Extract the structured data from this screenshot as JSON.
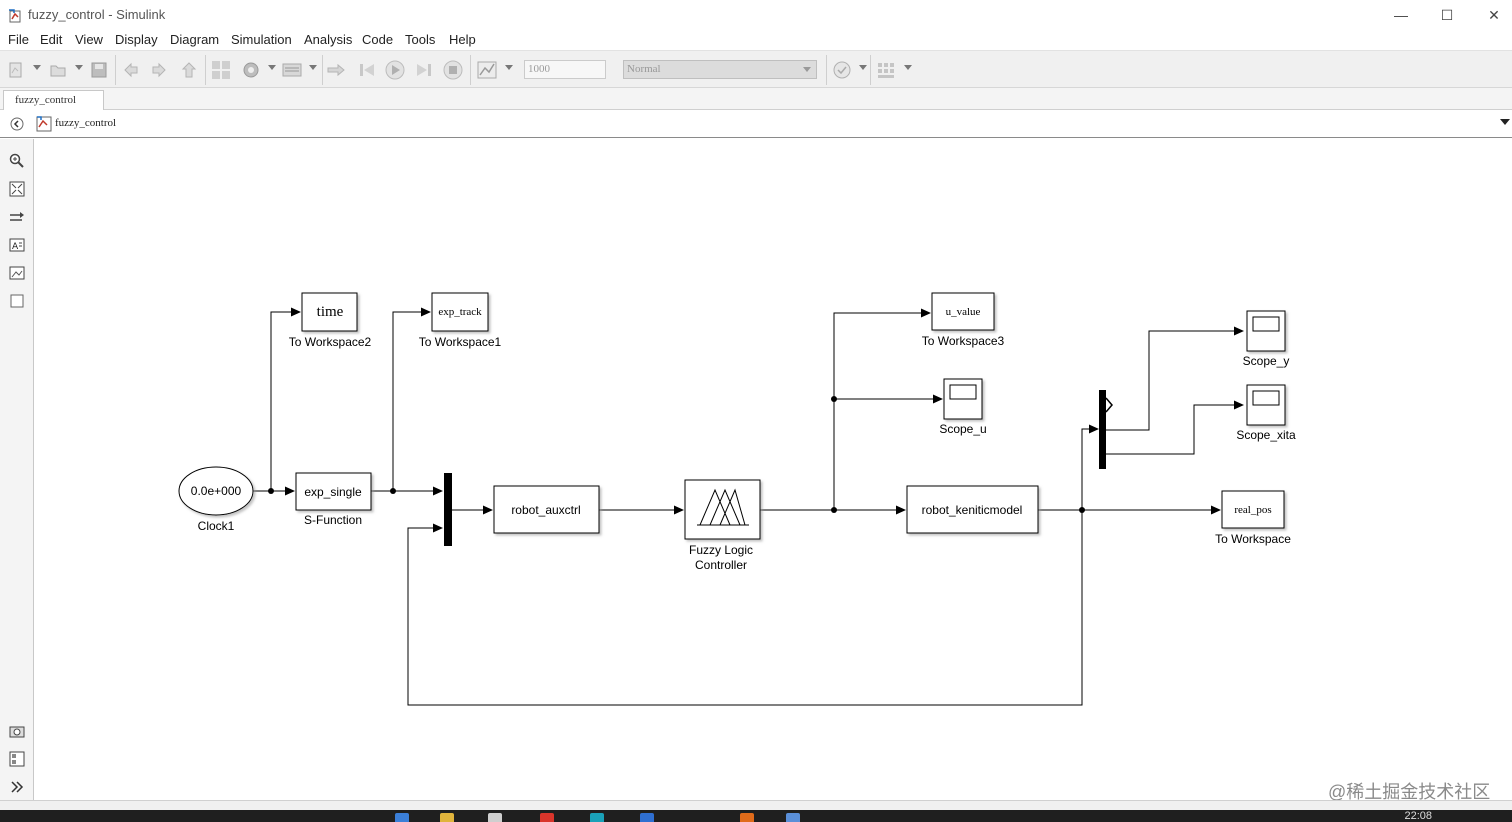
{
  "window": {
    "title": "fuzzy_control - Simulink",
    "minimize_glyph": "—",
    "maximize_glyph": "☐",
    "close_glyph": "✕"
  },
  "menu": [
    "File",
    "Edit",
    "View",
    "Display",
    "Diagram",
    "Simulation",
    "Analysis",
    "Code",
    "Tools",
    "Help"
  ],
  "toolbar": {
    "stop_time": "1000",
    "sim_mode": "Normal"
  },
  "tab": {
    "label": "fuzzy_control"
  },
  "breadcrumb": {
    "model": "fuzzy_control"
  },
  "diagram": {
    "clock_value": "0.0e+000",
    "clock_label": "Clock1",
    "sfunction_text": "exp_single",
    "sfunction_label": "S-Function",
    "tw2_text": "time",
    "tw2_label": "To Workspace2",
    "tw1_text": "exp_track",
    "tw1_label": "To Workspace1",
    "auxctrl_text": "robot_auxctrl",
    "flc_label_line1": "Fuzzy Logic",
    "flc_label_line2": "Controller",
    "tw3_text": "u_value",
    "tw3_label": "To Workspace3",
    "scope_u_label": "Scope_u",
    "model_text": "robot_keniticmodel",
    "scope_y_label": "Scope_y",
    "scope_xita_label": "Scope_xita",
    "tw_text": "real_pos",
    "tw_label": "To Workspace"
  },
  "watermark": "@稀土掘金技术社区",
  "taskbar": {
    "clock": "22:08"
  },
  "colors": {
    "canvas": "#ffffff",
    "toolbar": "#f0f0f0",
    "taskbar": "#1f1f1f"
  }
}
